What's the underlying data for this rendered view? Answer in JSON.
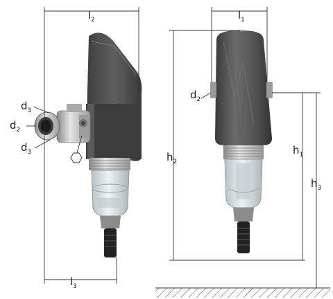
{
  "labels": {
    "l2": {
      "main": "l",
      "sub": "2"
    },
    "l1": {
      "main": "l",
      "sub": "1"
    },
    "l3": {
      "main": "l",
      "sub": "3"
    },
    "d3_top": {
      "main": "d",
      "sub": "3"
    },
    "d2_left": {
      "main": "d",
      "sub": "2"
    },
    "d3_bottom": {
      "main": "d",
      "sub": "3"
    },
    "d2_right": {
      "main": "d",
      "sub": "2"
    },
    "h1": {
      "main": "h",
      "sub": "1"
    },
    "h2": {
      "main": "h",
      "sub": "2"
    },
    "h3": {
      "main": "h",
      "sub": "3"
    }
  },
  "symbols": {
    "hex_nut": "hexagon-icon"
  },
  "colors": {
    "housing": "#4a4a4a",
    "housing_light": "#6a6a6a",
    "metal": "#b8b8b8",
    "clear_bowl": "#d6dde0",
    "dark_part": "#2a2a2a",
    "line": "#333333"
  }
}
